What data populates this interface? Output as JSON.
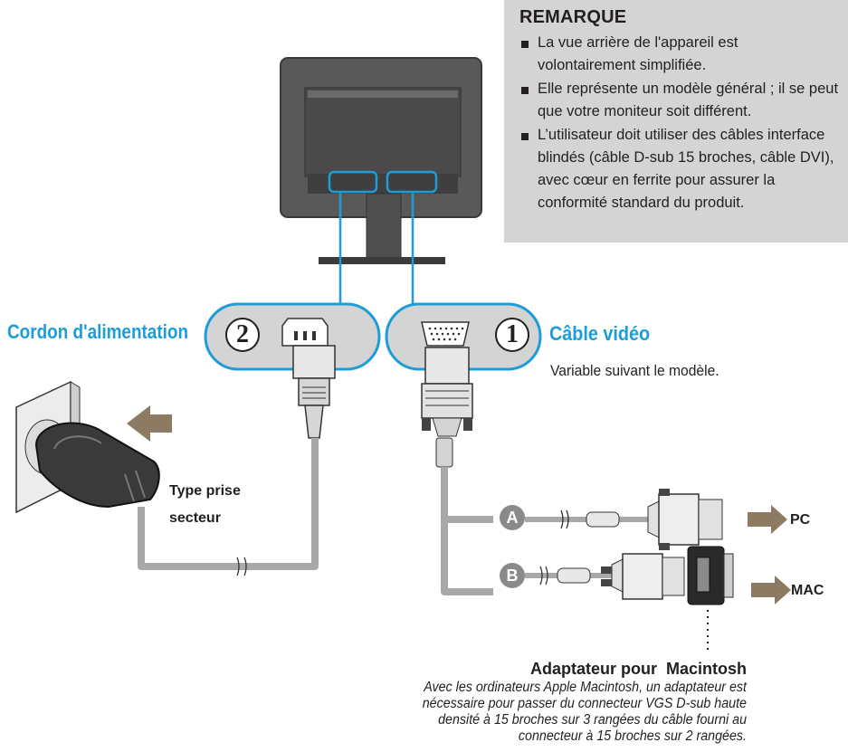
{
  "note": {
    "title": "REMARQUE",
    "items": [
      "La vue arrière de l'appareil est volontairement simplifiée.",
      "Elle représente un modèle général ; il se peut que votre moniteur soit différent.",
      "L’utilisateur doit utiliser des câbles interface blindés (câble D-sub 15 broches, câble DVI), avec cœur en ferrite pour assurer la conformité standard du produit."
    ]
  },
  "labels": {
    "power_cord": "Cordon d'alimentation",
    "video_cable": "Câble vidéo",
    "video_cable_sub": "Variable suivant le modèle.",
    "plug_type": "Type prise secteur",
    "pc": "PC",
    "mac": "MAC",
    "adapter_title": "Adaptateur pour  Macintosh",
    "adapter_desc": "Avec les ordinateurs Apple Macintosh, un adaptateur est nécessaire pour passer du connecteur VGS D-sub haute densité à 15 broches sur 3 rangées du câble fourni au connecteur à 15 broches sur 2 rangées."
  },
  "callouts": {
    "power": "2",
    "video": "1",
    "cable_a": "A",
    "cable_b": "B"
  },
  "colors": {
    "accent_blue": "#1d9cd8",
    "note_bg": "#d4d4d4",
    "monitor": "#555555",
    "cable": "#a8a8a8",
    "arrow": "#8c7b62"
  }
}
